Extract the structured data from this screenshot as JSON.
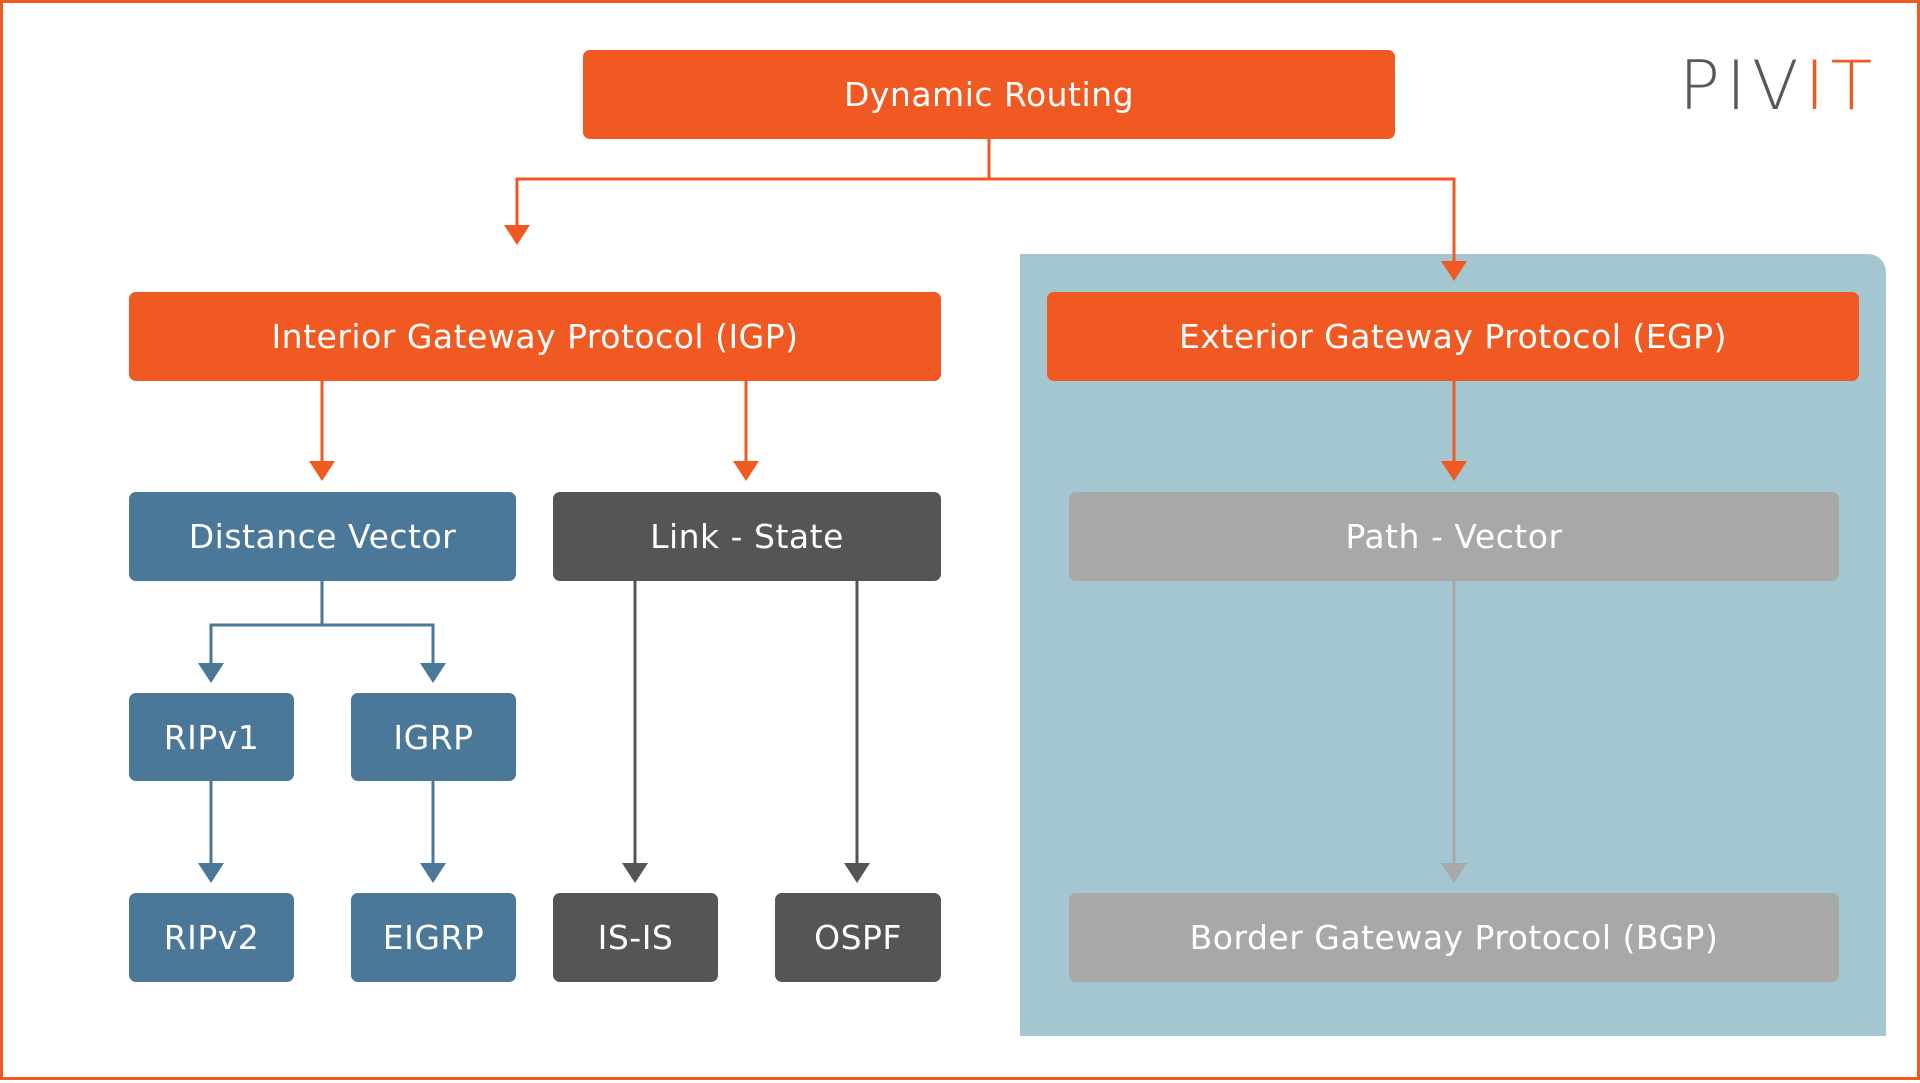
{
  "logo": {
    "text": "PIVIT",
    "part1": "PIV",
    "part2": "IT"
  },
  "nodes": {
    "root": "Dynamic Routing",
    "igp": "Interior Gateway Protocol (IGP)",
    "egp": "Exterior Gateway Protocol (EGP)",
    "distance_vector": "Distance Vector",
    "link_state": "Link - State",
    "path_vector": "Path - Vector",
    "ripv1": "RIPv1",
    "igrp": "IGRP",
    "ripv2": "RIPv2",
    "eigrp": "EIGRP",
    "isis": "IS-IS",
    "ospf": "OSPF",
    "bgp": "Border Gateway Protocol (BGP)"
  },
  "colors": {
    "orange": "#f05a22",
    "blue": "#4b7798",
    "dark": "#555557",
    "gray": "#a8a8a8",
    "panel": "#a4c6d1"
  },
  "edges": [
    [
      "root",
      "igp"
    ],
    [
      "root",
      "egp"
    ],
    [
      "igp",
      "distance_vector"
    ],
    [
      "igp",
      "link_state"
    ],
    [
      "egp",
      "path_vector"
    ],
    [
      "distance_vector",
      "ripv1"
    ],
    [
      "distance_vector",
      "igrp"
    ],
    [
      "ripv1",
      "ripv2"
    ],
    [
      "igrp",
      "eigrp"
    ],
    [
      "link_state",
      "isis"
    ],
    [
      "link_state",
      "ospf"
    ],
    [
      "path_vector",
      "bgp"
    ]
  ]
}
